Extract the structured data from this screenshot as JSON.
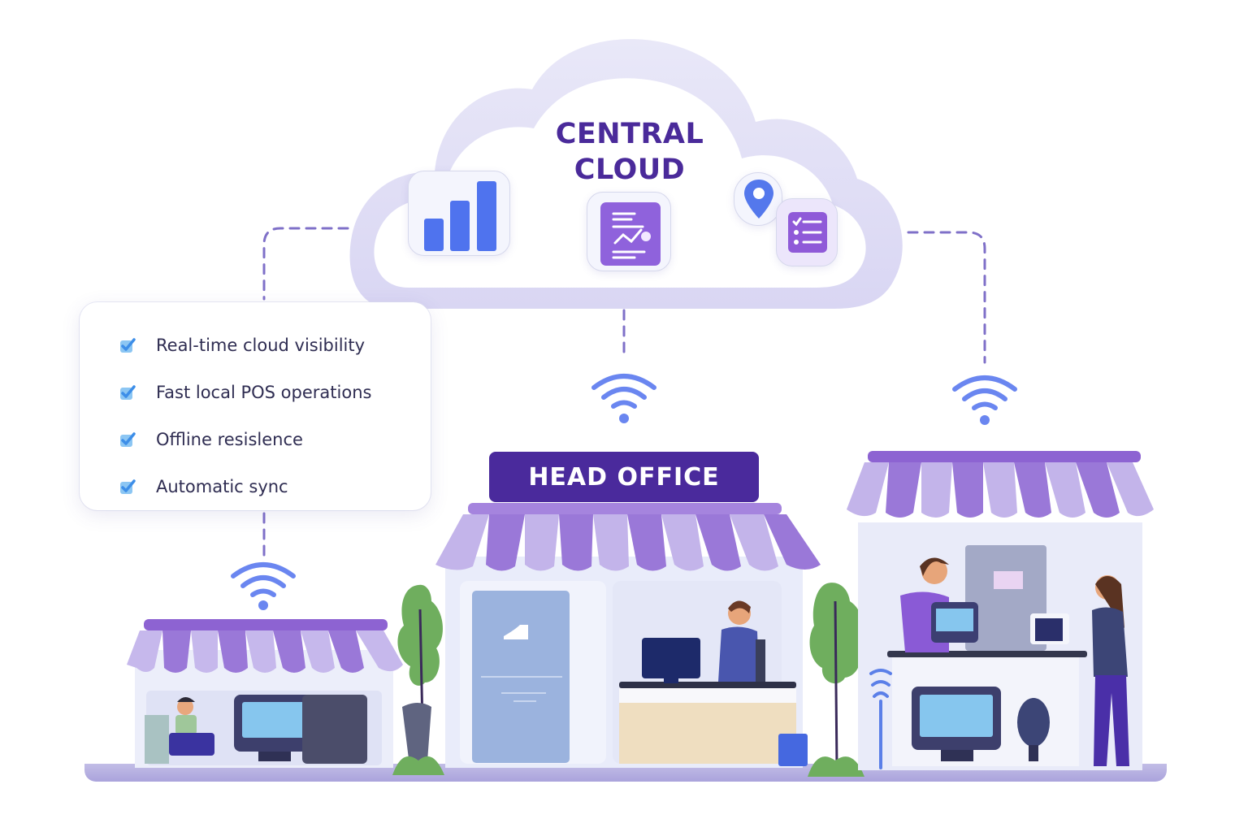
{
  "diagram": {
    "cloud": {
      "title_line1": "CENTRAL",
      "title_line2": "CLOUD",
      "icons": [
        "bar-chart-icon",
        "report-chart-icon",
        "location-pin-icon",
        "checklist-icon"
      ]
    },
    "features": [
      {
        "icon": "checkbox-checked-icon",
        "label": "Real-time cloud visibility"
      },
      {
        "icon": "checkbox-checked-icon",
        "label": "Fast local POS operations"
      },
      {
        "icon": "checkbox-checked-icon",
        "label": "Offline resislence"
      },
      {
        "icon": "checkbox-checked-icon",
        "label": "Automatic sync"
      }
    ],
    "stores": {
      "left": {
        "icon": "small-store-icon"
      },
      "center": {
        "sign_label": "HEAD OFFICE"
      },
      "right": {
        "icon": "retail-store-icon"
      }
    },
    "connectors": {
      "style": "dashed",
      "icon": "wifi-icon"
    }
  },
  "colors": {
    "title_purple": "#4a2a9a",
    "sign_purple": "#4a2a9c",
    "awning_dark": "#9a78d8",
    "awning_light": "#c3b4ea",
    "wifi_blue": "#6a86f0",
    "dash_purple": "#7f70c8",
    "chart_blue": "#4f73ee",
    "tile_purple": "#8f62dc",
    "check_blue": "#3d8ee8",
    "text_dark": "#2f2d52",
    "ground": "#b3acdf"
  }
}
